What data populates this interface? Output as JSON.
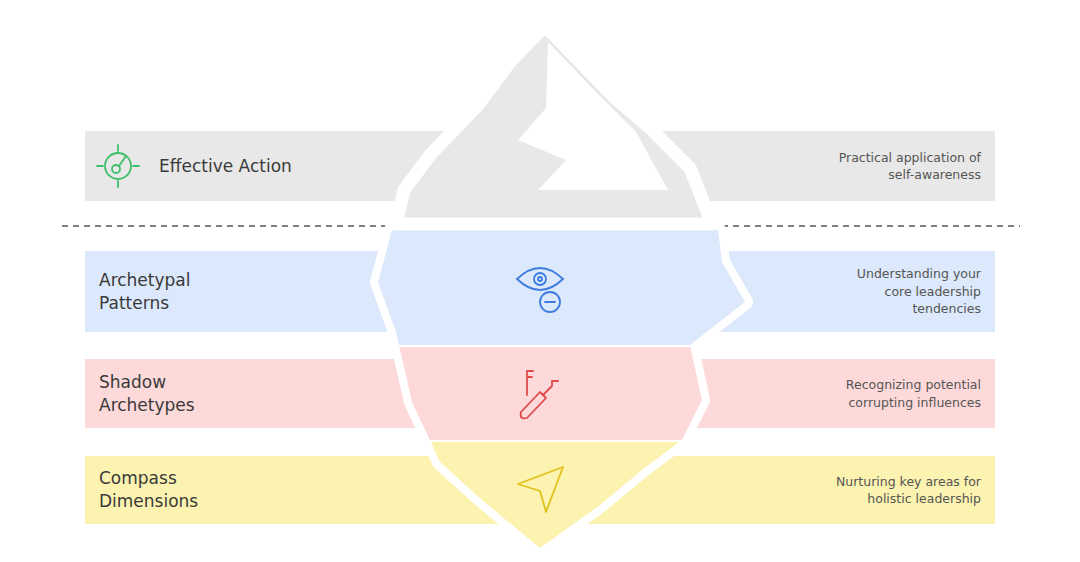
{
  "diagram": {
    "nodes": [
      {
        "text": [
          "Effective Action",
          "Practical application of self-awareness"
        ]
      },
      {
        "text": [
          "Archetypal Patterns",
          "Understanding your core leadership tendencies"
        ]
      },
      {
        "text": [
          "Shadow Archetypes",
          "Recognizing potential corrupting influences"
        ]
      },
      {
        "text": [
          "Compass Dimensions",
          "Nurturing key areas for holistic leadership"
        ]
      }
    ]
  }
}
